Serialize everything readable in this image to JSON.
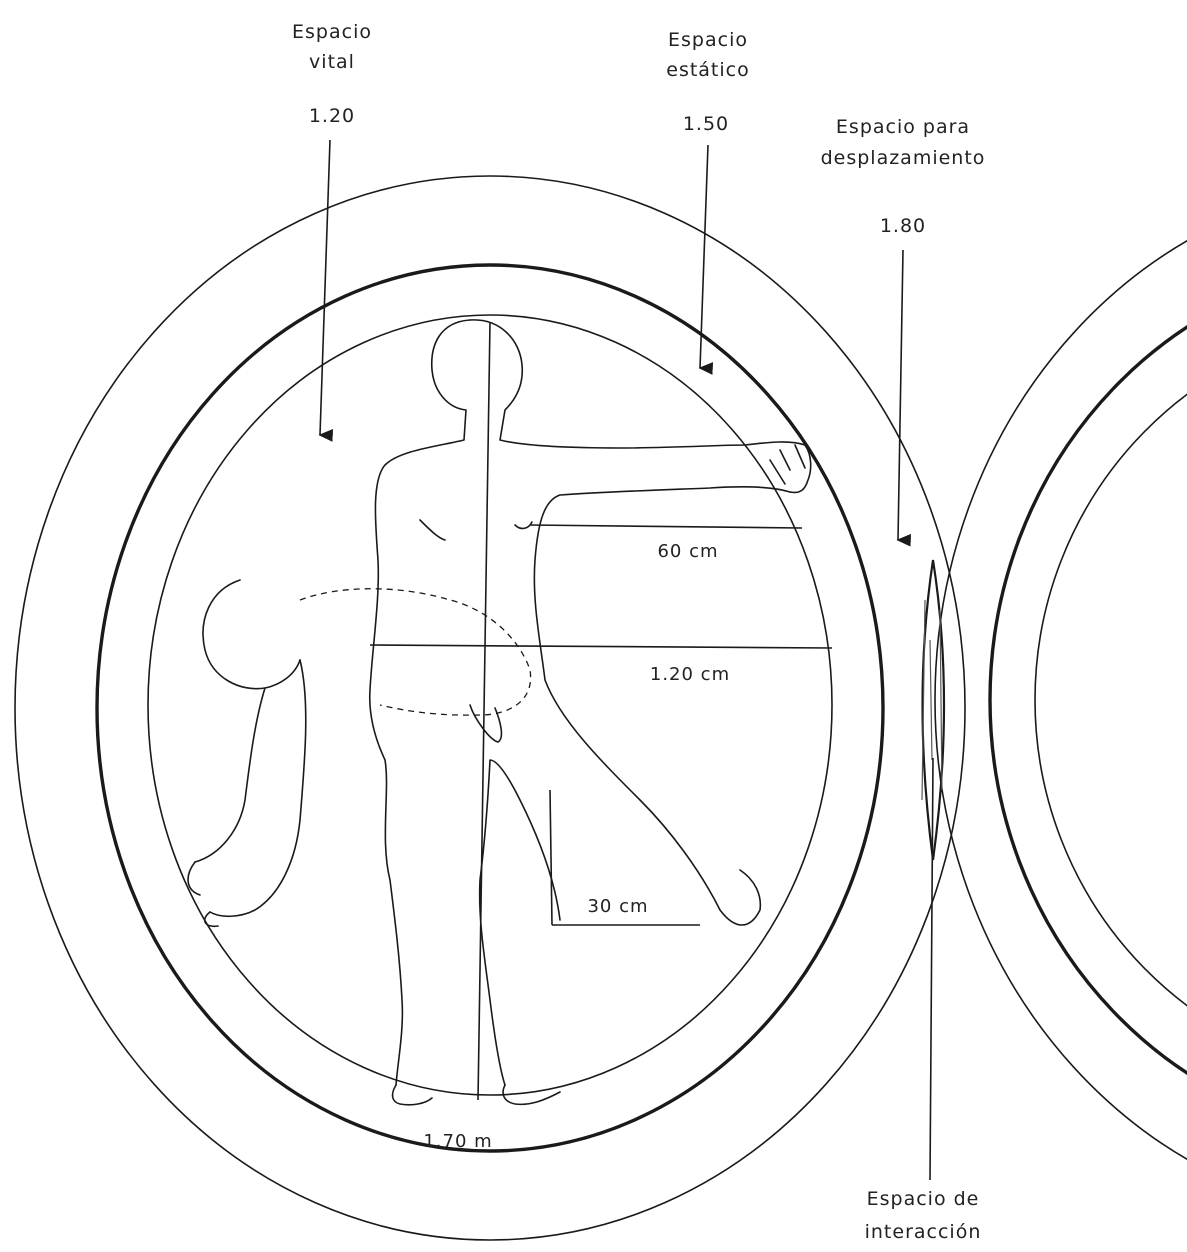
{
  "labels": {
    "vital_title": "Espacio",
    "vital_title2": "vital",
    "vital_value": "1.20",
    "static_title": "Espacio",
    "static_title2": "estático",
    "static_value": "1.50",
    "move_title": "Espacio para",
    "move_title2": "desplazamiento",
    "move_value": "1.80",
    "interaction_title": "Espacio de",
    "interaction_title2": "interacción"
  },
  "measurements": {
    "arm": "60 cm",
    "hip": "1.20 cm",
    "leg": "30 cm",
    "height": "1.70 m"
  },
  "colors": {
    "line": "#1a1a1a",
    "background": "#ffffff"
  }
}
